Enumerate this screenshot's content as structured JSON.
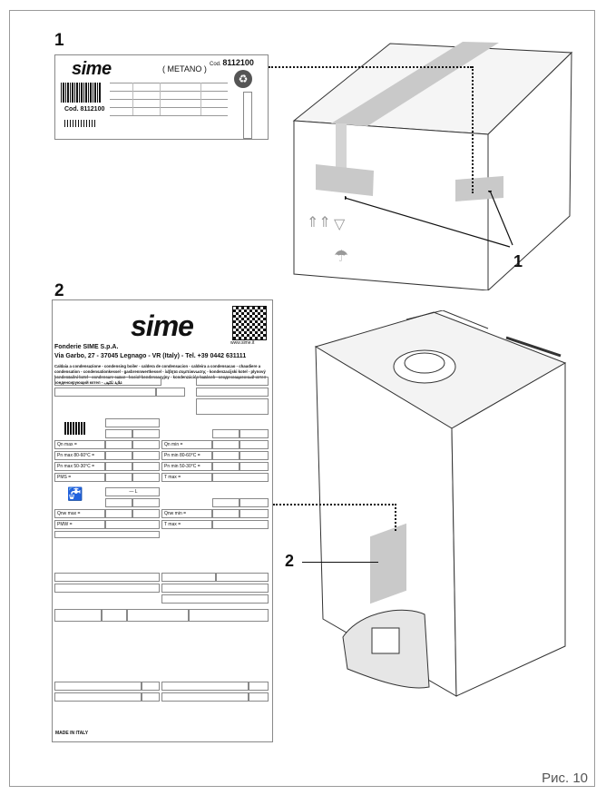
{
  "figure": {
    "caption": "Рис. 10",
    "number_1": "1",
    "number_2": "2",
    "callout_1": "1",
    "callout_2": "2"
  },
  "label_box": {
    "brand": "sime",
    "gas_type": "( METANO )",
    "cod_prefix": "Cod.",
    "cod_value": "8112100",
    "cod_small": "Cod. 8112100"
  },
  "label_boiler": {
    "brand": "sime",
    "website": "www.sime.it",
    "company": "Fonderie SIME S.p.A.",
    "address": "Via Garbo, 27 - 37045 Legnago - VR (Italy) - Tel. +39 0442 631111",
    "description": "Caldaia a condensazione - condensing boiler - caldera de condensacion - caldeira a condensacao - chaudiere a condensation - condensationkessel - gasbrennwertkessel - λέβητα συμπύκνωσης - kondenzacijski kotel - plynový kondenzační kotel - condensare cazan - kocioł kondensacyjny - kondenzációs kazánok - конденсационный котел - конденсирующий котел - غلاية تكثيف",
    "rows": {
      "qn_max": "Qn max =",
      "qn_min": "Qn min =",
      "pn_max_8060": "Pn max 80-60°C =",
      "pn_min_8060": "Pn min 80-60°C =",
      "pn_max_5030": "Pn max 50-30°C =",
      "pn_min_5030": "Pn min 50-30°C =",
      "pms": "PMS =",
      "tmax": "T max =",
      "liters": "— L",
      "qnw_max": "Qnw max =",
      "qnw_min": "Qnw min =",
      "pmw": "PMW =",
      "tmax2": "T max ="
    },
    "made_in": "MADE IN ITALY"
  }
}
